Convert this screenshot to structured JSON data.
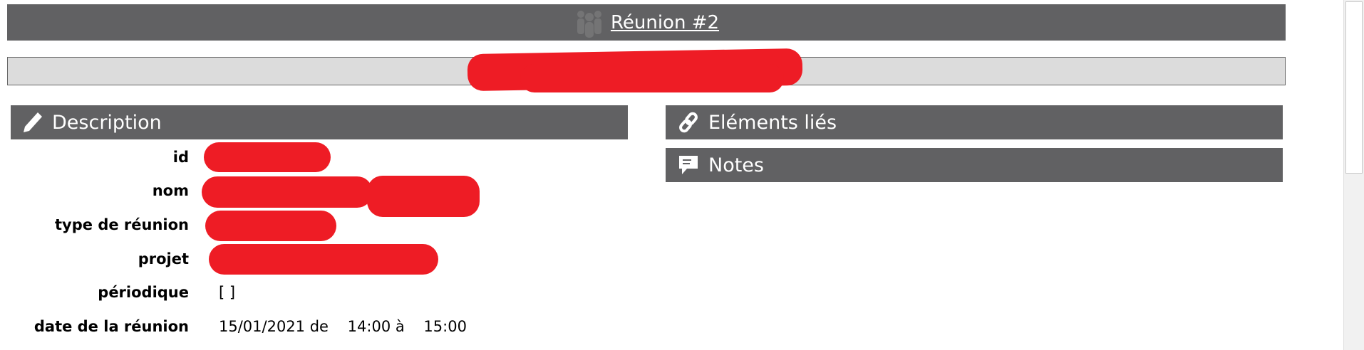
{
  "header": {
    "title": "Réunion #2",
    "icon": "people-icon"
  },
  "description": {
    "title": "Description",
    "fields": [
      {
        "label": "id",
        "value": ""
      },
      {
        "label": "nom",
        "value": ""
      },
      {
        "label": "type de réunion",
        "value": ""
      },
      {
        "label": "projet",
        "value": ""
      },
      {
        "label": "périodique",
        "value": "[ ]"
      },
      {
        "label": "date de la réunion",
        "value": "15/01/2021 de    14:00 à    15:00"
      }
    ]
  },
  "linked": {
    "title": "Eléments liés"
  },
  "notes": {
    "title": "Notes"
  },
  "colors": {
    "header_bg": "#616163",
    "subbar_bg": "#dcdcdc",
    "redaction": "#ee1c25"
  }
}
